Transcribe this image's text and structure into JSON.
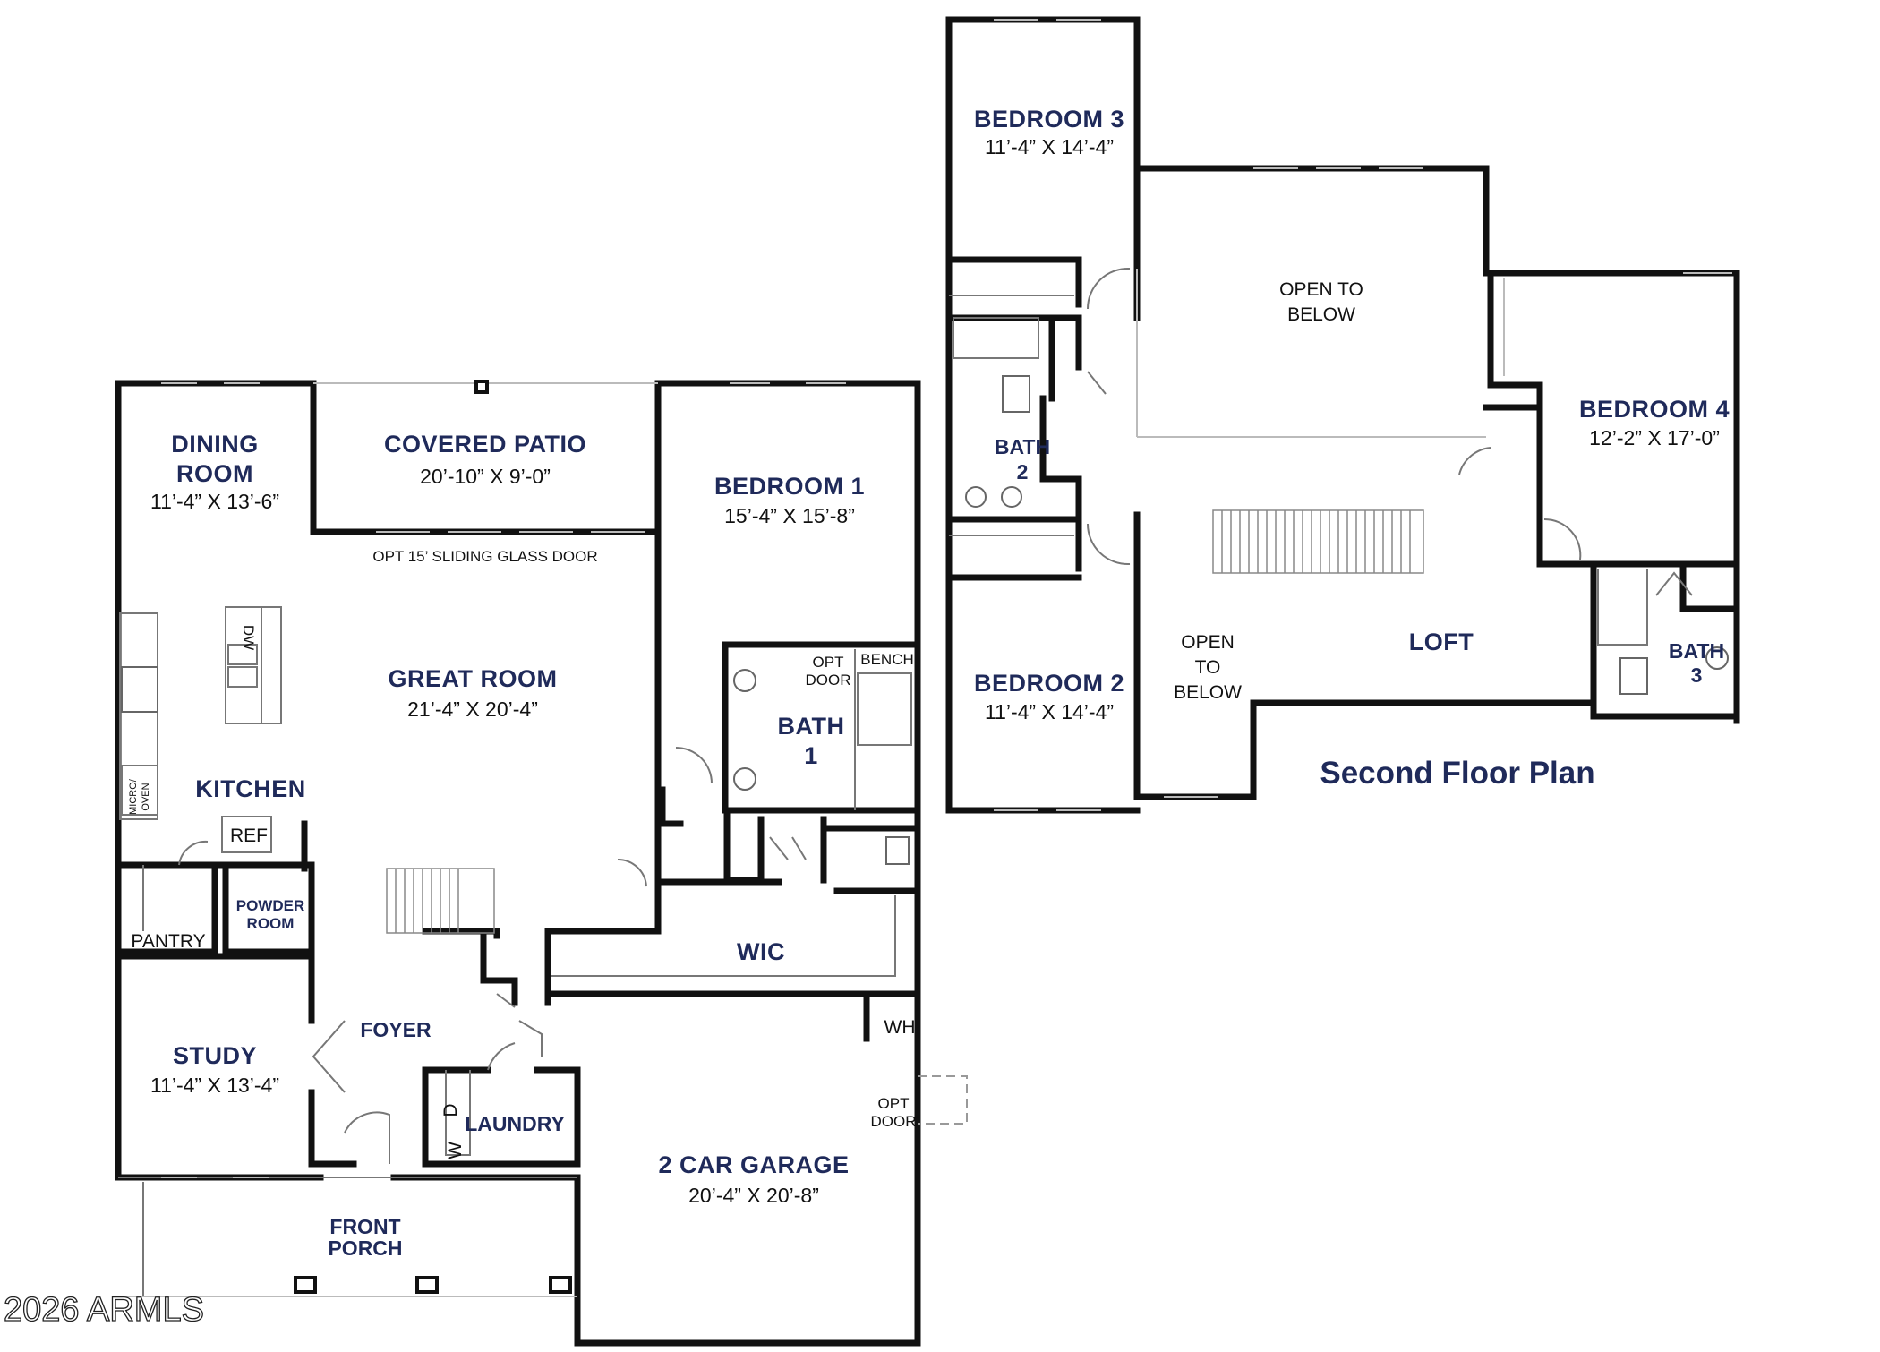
{
  "first_floor": {
    "dining_room": {
      "name": "DINING",
      "name2": "ROOM",
      "dims": "11’-4” X 13’-6”"
    },
    "covered_patio": {
      "name": "COVERED PATIO",
      "dims": "20’-10” X 9’-0”"
    },
    "sliding_door_note": "OPT 15’ SLIDING GLASS DOOR",
    "bedroom1": {
      "name": "BEDROOM 1",
      "dims": "15’-4” X 15’-8”"
    },
    "great_room": {
      "name": "GREAT ROOM",
      "dims": "21’-4” X 20’-4”"
    },
    "kitchen": {
      "name": "KITCHEN",
      "dw": "DW",
      "ref": "REF",
      "micro_oven": "MICRO/",
      "micro_oven2": "OVEN"
    },
    "bath1": {
      "name": "BATH",
      "number": "1",
      "opt_door": "OPT",
      "opt_door2": "DOOR",
      "bench": "BENCH"
    },
    "pantry": "PANTRY",
    "powder_room": {
      "name": "POWDER",
      "name2": "ROOM"
    },
    "wic": "WIC",
    "study": {
      "name": "STUDY",
      "dims": "11’-4” X 13’-4”"
    },
    "foyer": "FOYER",
    "wh": "WH",
    "laundry": {
      "name": "LAUNDRY",
      "washer": "W",
      "dryer": "D"
    },
    "garage": {
      "name": "2 CAR GARAGE",
      "dims": "20’-4” X 20’-8”",
      "opt_door": "OPT",
      "opt_door2": "DOOR"
    },
    "front_porch": {
      "name": "FRONT",
      "name2": "PORCH"
    }
  },
  "second_floor": {
    "bedroom3": {
      "name": "BEDROOM 3",
      "dims": "11’-4” X 14’-4”"
    },
    "open_to_below_top": {
      "line1": "OPEN TO",
      "line2": "BELOW"
    },
    "bedroom4": {
      "name": "BEDROOM 4",
      "dims": "12’-2” X 17’-0”"
    },
    "bath2": {
      "name": "BATH",
      "number": "2"
    },
    "bedroom2": {
      "name": "BEDROOM 2",
      "dims": "11’-4” X 14’-4”"
    },
    "open_to_below_mid": {
      "line1": "OPEN",
      "line2": "TO",
      "line3": "BELOW"
    },
    "loft": "LOFT",
    "bath3": {
      "name": "BATH",
      "number": "3"
    },
    "title": "Second Floor Plan"
  },
  "watermark": "2026 ARMLS",
  "colors": {
    "label": "#1f2a5a",
    "wall": "#111111",
    "background": "#ffffff"
  }
}
